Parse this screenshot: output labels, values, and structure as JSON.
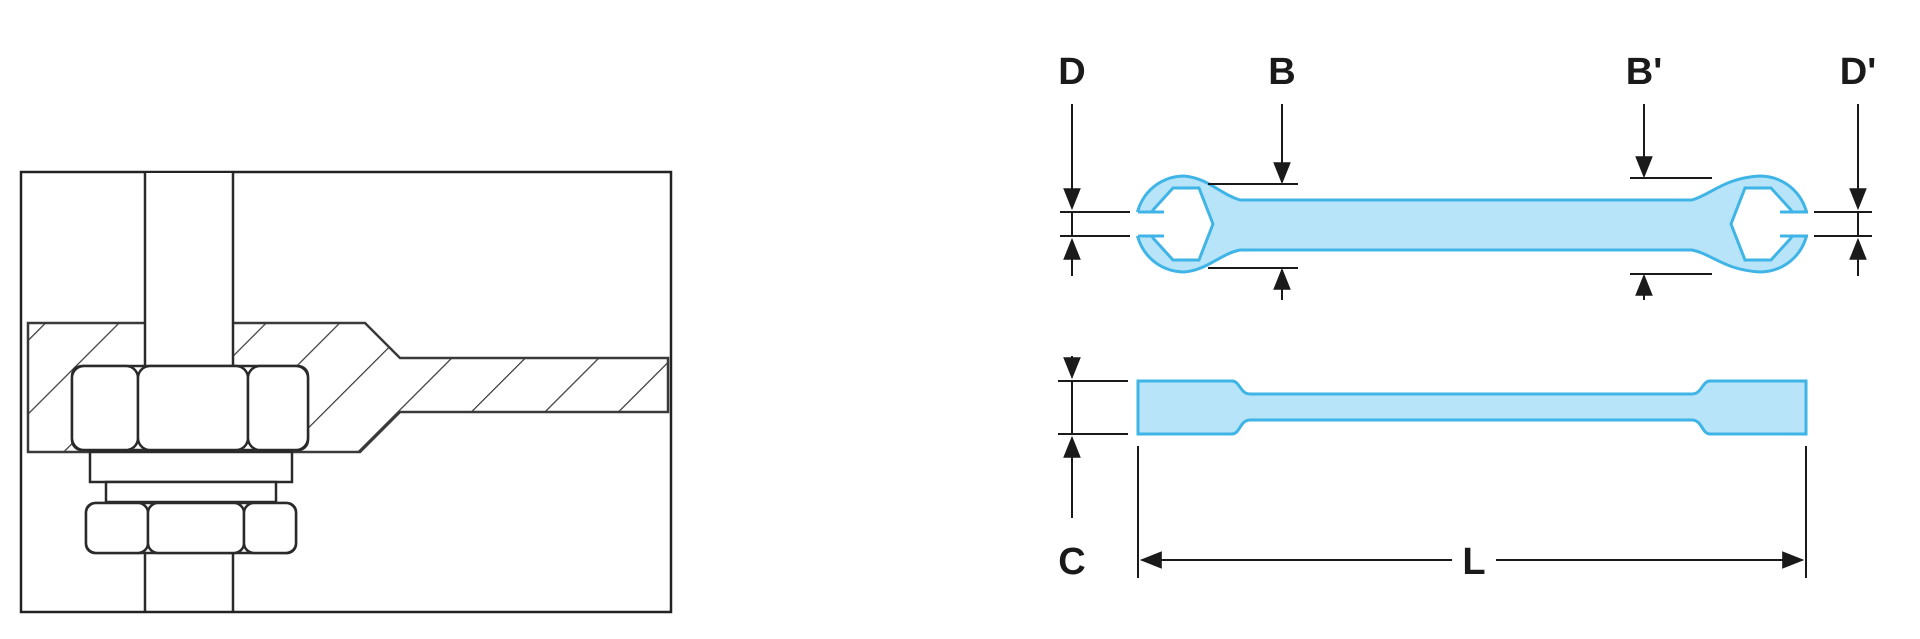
{
  "labels": {
    "d": "D",
    "b": "B",
    "b_prime": "B'",
    "d_prime": "D'",
    "c": "C",
    "l": "L"
  },
  "colors": {
    "wrench_fill": "#b8e4f9",
    "wrench_stroke": "#3fb4e6",
    "line": "#1a1a1a",
    "hatch": "#3a3a3a"
  }
}
